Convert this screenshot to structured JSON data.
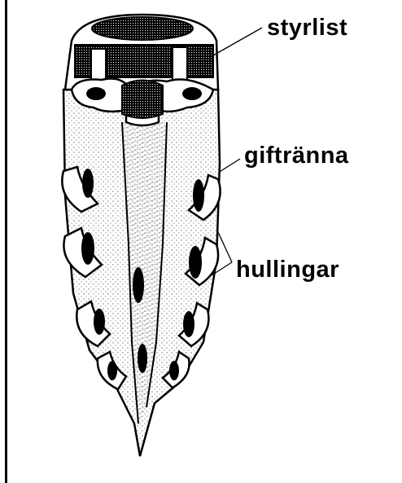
{
  "labels": {
    "styrlist": "styrlist",
    "giftranna": "giftränna",
    "hullingar": "hullingar"
  },
  "colors": {
    "ink": "#000000",
    "paper": "#ffffff"
  }
}
